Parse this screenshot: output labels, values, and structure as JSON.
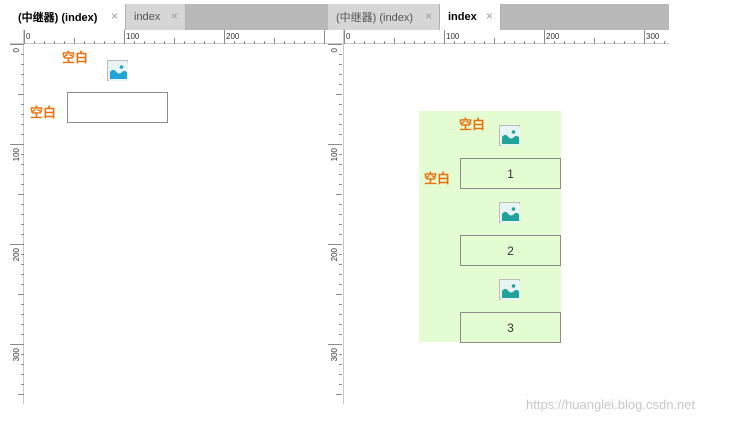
{
  "left_pane": {
    "tabs": [
      {
        "label": "(中继器) (index)",
        "active": true
      },
      {
        "label": "index",
        "active": false
      }
    ],
    "ruler_h": [
      "0",
      "100",
      "200"
    ],
    "ruler_v": [
      "0",
      "100",
      "200",
      "300"
    ],
    "widgets": {
      "top_blank_label": "空白",
      "field_blank_label": "空白",
      "field_value": ""
    }
  },
  "right_pane": {
    "tabs": [
      {
        "label": "(中继器) (index)",
        "active": false
      },
      {
        "label": "index",
        "active": true
      }
    ],
    "ruler_h": [
      "0",
      "100",
      "200",
      "300"
    ],
    "ruler_v": [
      "0",
      "100",
      "200",
      "300"
    ],
    "repeater": {
      "top_blank_label": "空白",
      "field_blank_label": "空白",
      "rows": [
        {
          "value": "1"
        },
        {
          "value": "2"
        },
        {
          "value": "3"
        }
      ]
    }
  },
  "close_glyph": "×",
  "watermark": "https://huanglei.blog.csdn.net",
  "colors": {
    "blank_label": "#e8700c",
    "repeater_background": "#e4fcd1",
    "tab_bar": "#b8b8b8"
  },
  "icons": [
    "image-placeholder-icon",
    "close-icon"
  ]
}
